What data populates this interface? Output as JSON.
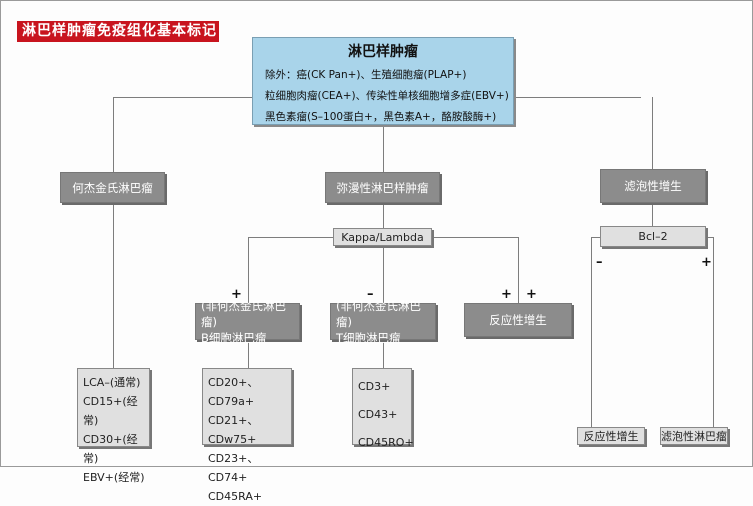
{
  "title": "淋巴样肿瘤免疫组化基本标记",
  "root": {
    "heading": "淋巴样肿瘤",
    "lines": [
      "除外：癌(CK Pan+)、生殖细胞瘤(PLAP+)",
      "粒细胞肉瘤(CEA+)、传染性单核细胞增多症(EBV+)",
      "黑色素瘤(S–100蛋白+，黑色素A+，酪胺酸酶+)"
    ]
  },
  "level2": {
    "hodgkin": "何杰金氏淋巴瘤",
    "diffuse": "弥漫性淋巴样肿瘤",
    "follicular": "滤泡性增生"
  },
  "hodgkin_markers": [
    "LCA–(通常)",
    "CD15+(经常)",
    "CD30+(经常)",
    "EBV+(经常)"
  ],
  "kappa": "Kappa/Lambda",
  "bcl2": "Bcl–2",
  "signs": {
    "b": "+",
    "t": "–",
    "r1": "+",
    "r2": "+",
    "bcl_neg": "–",
    "bcl_pos": "+"
  },
  "b_cell": {
    "line1": "(非何杰金氏淋巴瘤)",
    "line2": "B细胞淋巴瘤",
    "markers": [
      "CD20+、CD79a+",
      "CD21+、CDw75+",
      "CD23+、CD74+",
      "CD45RA+"
    ]
  },
  "t_cell": {
    "line1": "(非何杰金氏淋巴瘤)",
    "line2": "T细胞淋巴瘤",
    "markers": [
      "CD3+",
      "CD43+",
      "CD45RO+"
    ]
  },
  "reactive": "反应性增生",
  "bcl_results": {
    "neg": "反应性增生",
    "pos": "滤泡性淋巴瘤"
  }
}
